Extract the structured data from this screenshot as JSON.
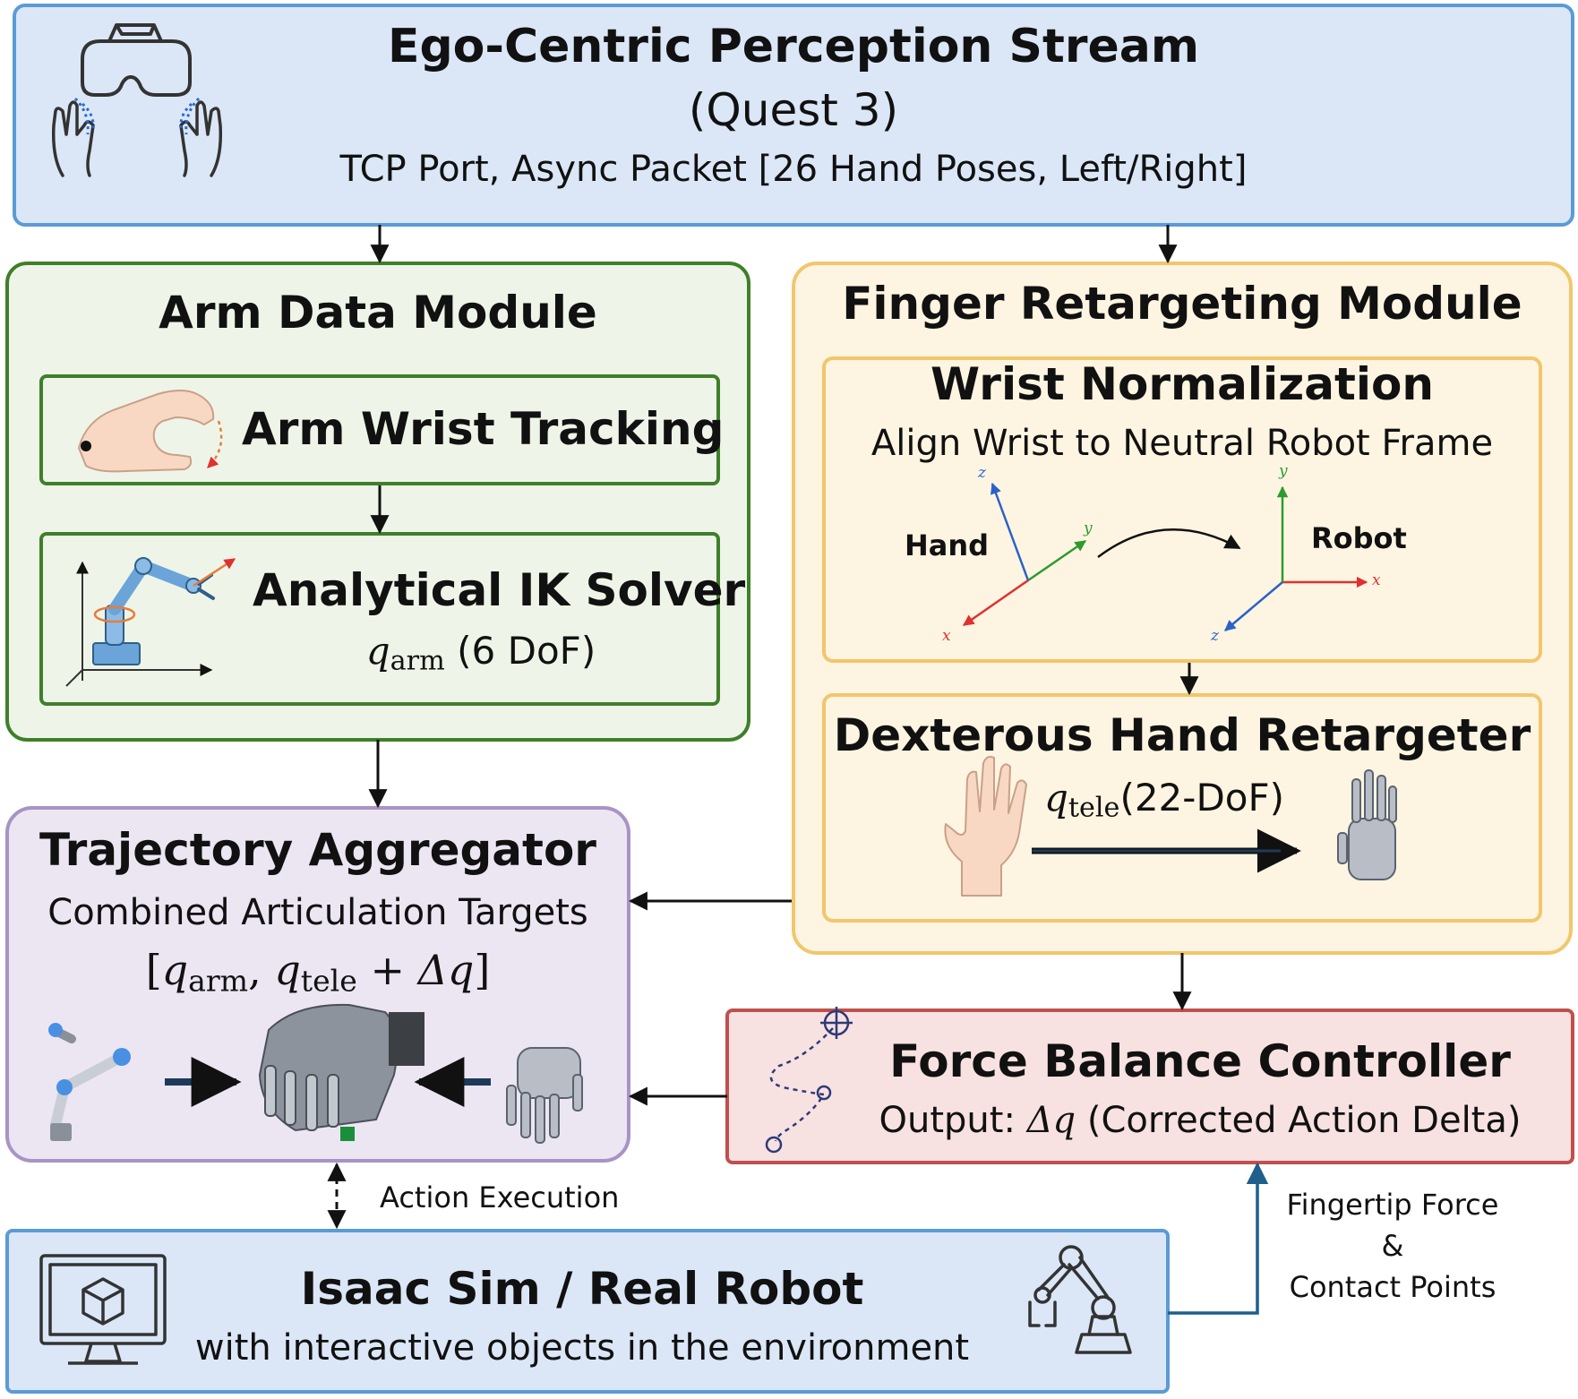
{
  "perception": {
    "title": "Ego-Centric Perception Stream",
    "subtitle": "(Quest 3)",
    "detail": "TCP Port, Async Packet [26 Hand Poses, Left/Right]"
  },
  "arm_module": {
    "title": "Arm Data Module",
    "wrist_tracking": "Arm Wrist Tracking",
    "ik_solver": "Analytical IK Solver",
    "ik_var": "q",
    "ik_var_sub": "arm",
    "ik_dof": "(6 DoF)"
  },
  "finger_module": {
    "title": "Finger Retargeting Module",
    "wrist_norm": {
      "title": "Wrist Normalization",
      "subtitle": "Align Wrist to Neutral Robot Frame",
      "hand_label": "Hand",
      "robot_label": "Robot",
      "axis_x": "x",
      "axis_y": "y",
      "axis_z": "z"
    },
    "retargeter": {
      "title": "Dexterous Hand Retargeter",
      "var": "q",
      "var_sub": "tele",
      "dof": "(22-DoF)"
    }
  },
  "aggregator": {
    "title": "Trajectory Aggregator",
    "subtitle": "Combined Articulation Targets",
    "open_bracket": "[",
    "q": "q",
    "arm_sub": "arm",
    "comma": ",",
    "tele_sub": "tele",
    "plus": "+",
    "delta_q": "Δq",
    "close_bracket": "]"
  },
  "force_controller": {
    "title": "Force Balance Controller",
    "output_prefix": "Output: ",
    "output_var": "Δq",
    "output_suffix": " (Corrected Action Delta)"
  },
  "sim": {
    "title": "Isaac Sim / Real Robot",
    "subtitle": "with interactive objects in the environment"
  },
  "labels": {
    "action_execution": "Action Execution",
    "fingertip_force": "Fingertip Force",
    "ampersand": "&",
    "contact_points": "Contact Points"
  },
  "colors": {
    "blue_fill": "#dbe7f7",
    "blue_border": "#5b9bd5",
    "green_fill": "#eef5e8",
    "green_border": "#3f7f2a",
    "yellow_fill": "#fdf5e1",
    "yellow_border": "#f2c66b",
    "purple_fill": "#ece6f3",
    "purple_border": "#a894c4",
    "red_fill": "#f8e1e1",
    "red_border": "#c0504d",
    "feedback_arrow": "#1f5f8b"
  }
}
